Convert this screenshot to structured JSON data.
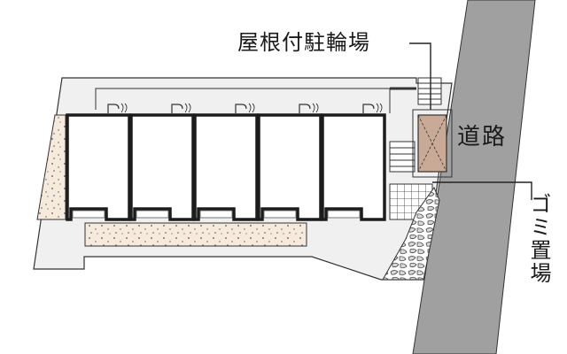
{
  "labels": {
    "bicycle_parking": "屋根付駐輪場",
    "road": "道路",
    "garbage_area": "ゴミ置場"
  },
  "colors": {
    "road": "#a0a0a0",
    "lot": "#f0f0f0",
    "building_fill": "#ffffff",
    "building_wall": "#1c1c1c",
    "planting": "#f5eadc",
    "bike_parking": "#c8aa96",
    "outline": "#333333"
  },
  "units": {
    "count": 5,
    "door_symbol": "D"
  }
}
